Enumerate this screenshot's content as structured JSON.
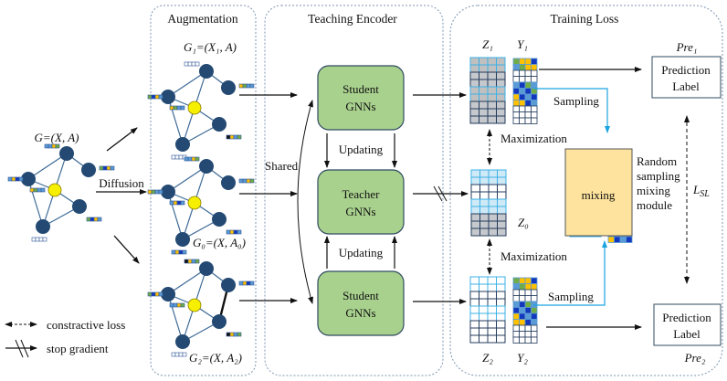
{
  "colors": {
    "node": "#244a73",
    "center_node": "#f6f000",
    "edge": "#3d6a96",
    "gnn_fill": "#a9d18e",
    "gnn_stroke": "#2f4b60",
    "panel_border": "#7e96b2",
    "mixing_fill": "#fde39d",
    "sampling_line": "#1aa3e0",
    "grid_light": "#9ad8f2",
    "grid_gray": "#bfbfbf",
    "grid_dark": "#243b5c",
    "feat_blue": "#1338be",
    "feat_green": "#70ad47",
    "feat_yellow": "#ffc000",
    "feat_light": "#5b9bd5"
  },
  "input_graph": {
    "label": "G=(X, A)",
    "arrow_label": "Diffusion"
  },
  "panels": {
    "augmentation": {
      "title": "Augmentation",
      "graphs": [
        {
          "label": "G₁=(X₁, A)"
        },
        {
          "label": "G₀=(X, A₀)"
        },
        {
          "label": "G₂=(X, A₂)"
        }
      ]
    },
    "teaching_encoder": {
      "title": "Teaching Encoder",
      "shared_label": "Shared",
      "blocks": [
        {
          "line1": "Student",
          "line2": "GNNs"
        },
        {
          "line1": "Teacher",
          "line2": "GNNs"
        },
        {
          "line1": "Student",
          "line2": "GNNs"
        }
      ],
      "updating_labels": [
        "Updating",
        "Updating"
      ]
    },
    "training_loss": {
      "title": "Training Loss",
      "z1": "Z₁",
      "y1": "Y₁",
      "z0": "Z₀",
      "z2": "Z₂",
      "y2": "Y₂",
      "pre1": "Pre₁",
      "pre2": "Pre₂",
      "prediction": {
        "line1": "Prediction",
        "line2": "Label"
      },
      "sampling": "Sampling",
      "maximization": "Maximization",
      "mixing": "mixing",
      "module_label": [
        "Random",
        "sampling",
        "mixing",
        "module"
      ],
      "loss": "L_SL"
    }
  },
  "legend": [
    {
      "icon": "dashed-double-arrow-icon",
      "label": "constractive loss"
    },
    {
      "icon": "stop-gradient-icon",
      "label": "stop gradient"
    }
  ]
}
